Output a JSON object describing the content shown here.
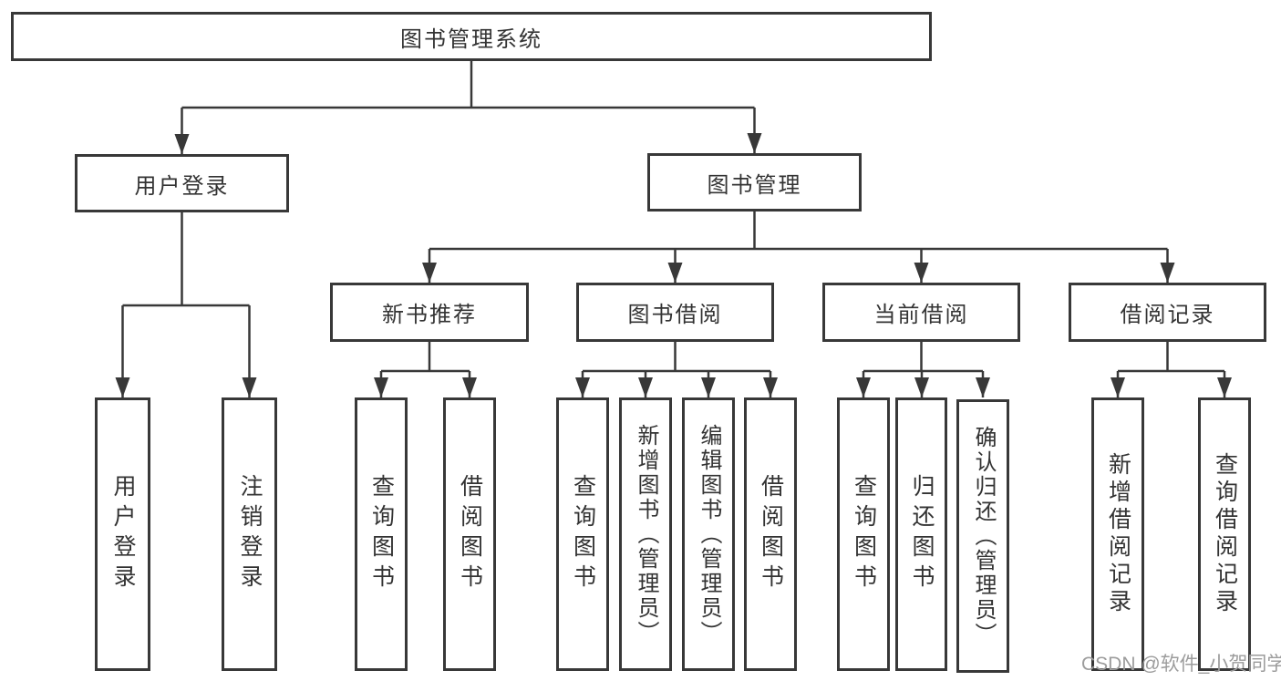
{
  "diagram": {
    "root": {
      "label": "图书管理系统"
    },
    "level2": [
      {
        "id": "user-login",
        "label": "用户登录"
      },
      {
        "id": "book-management",
        "label": "图书管理"
      }
    ],
    "level3": [
      {
        "id": "new-book-recommendation",
        "label": "新书推荐"
      },
      {
        "id": "book-borrowing",
        "label": "图书借阅"
      },
      {
        "id": "current-borrowing",
        "label": "当前借阅"
      },
      {
        "id": "borrowing-records",
        "label": "借阅记录"
      }
    ],
    "leaves": [
      {
        "parent": "user-login",
        "label": "用户登录"
      },
      {
        "parent": "user-login",
        "label": "注销登录"
      },
      {
        "parent": "new-book-recommendation",
        "label": "查询图书"
      },
      {
        "parent": "new-book-recommendation",
        "label": "借阅图书"
      },
      {
        "parent": "book-borrowing",
        "label": "查询图书"
      },
      {
        "parent": "book-borrowing",
        "label": "新增图书（管理员）"
      },
      {
        "parent": "book-borrowing",
        "label": "编辑图书（管理员）"
      },
      {
        "parent": "book-borrowing",
        "label": "借阅图书"
      },
      {
        "parent": "current-borrowing",
        "label": "查询图书"
      },
      {
        "parent": "current-borrowing",
        "label": "归还图书"
      },
      {
        "parent": "current-borrowing",
        "label": "确认归还（管理员）"
      },
      {
        "parent": "borrowing-records",
        "label": "新增借阅记录"
      },
      {
        "parent": "borrowing-records",
        "label": "查询借阅记录"
      }
    ]
  },
  "watermark": {
    "text": "CSDN @软件_小贺同学"
  },
  "colors": {
    "line": "#383838",
    "border": "#383838",
    "text": "#333333",
    "watermark": "#9c9c9c",
    "background": "#ffffff"
  }
}
